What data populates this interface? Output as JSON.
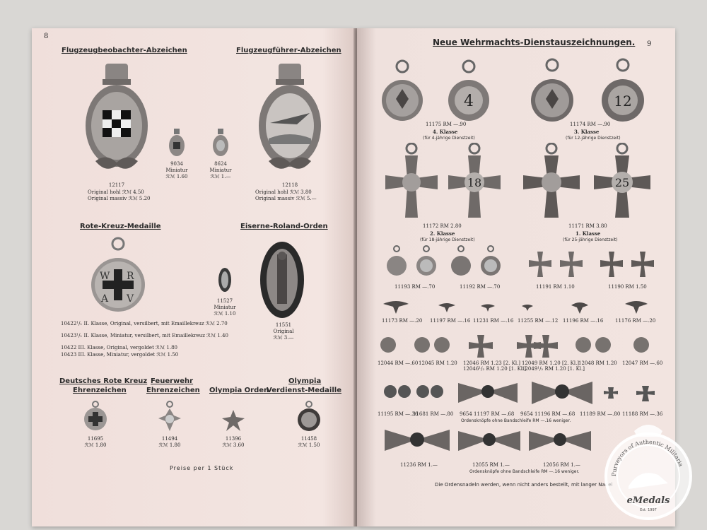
{
  "left_page": {
    "page_number": "8",
    "sections": {
      "observer": {
        "title": "Flugzeugbeobachter-Abzeichen",
        "main_no": "12117",
        "price1": "Original hohl   ℛℳ 4.50",
        "price2": "Original massiv ℛℳ 5.20",
        "mini_no": "9034",
        "mini_label": "Miniatur",
        "mini_price": "ℛℳ 1.60"
      },
      "pilot": {
        "title": "Flugzeugführer-Abzeichen",
        "main_no": "12118",
        "price1": "Original hohl   ℛℳ 3.80",
        "price2": "Original massiv ℛℳ 5.—",
        "mini_no": "8624",
        "mini_label": "Miniatur",
        "mini_price": "ℛℳ 1.—"
      },
      "red_cross_medal": {
        "title": "Rote-Kreuz-Medaille",
        "rows": [
          "10422¹/₁ II. Klasse, Original, versilbert, mit Emaillekreuz  ℛℳ 2.70",
          "10423¹/₁ II. Klasse, Miniatur, versilbert, mit Emaillekreuz  ℛℳ 1.40",
          "10422   III. Klasse, Original, vergoldet  ℛℳ 1.80",
          "10423   III. Klasse, Miniatur, vergoldet  ℛℳ 1.50"
        ]
      },
      "roland": {
        "title": "Eiserne-Roland-Orden",
        "mini_no": "11527",
        "mini_label": "Miniatur",
        "mini_price": "ℛℳ 1.10",
        "main_no": "11551",
        "main_label": "Original",
        "main_price": "ℛℳ 3.—"
      },
      "drk": {
        "title1": "Deutsches Rote Kreuz",
        "title2": "Ehrenzeichen",
        "no": "11695",
        "price": "ℛℳ 1.80"
      },
      "feuerwehr": {
        "title1": "Feuerwehr",
        "title2": "Ehrenzeichen",
        "no": "11494",
        "price": "ℛℳ 1.80"
      },
      "olympia_orden": {
        "title": "Olympia Orden",
        "no": "11396",
        "price": "ℛℳ 3.60"
      },
      "olympia_medaille": {
        "title1": "Olympia",
        "title2": "Verdienst-Medaille",
        "no": "11458",
        "price": "ℛℳ 1.50"
      }
    },
    "footer": "Preise per 1 Stück"
  },
  "right_page": {
    "page_number": "9",
    "title": "Neue Wehrmachts-Dienstauszeichnungen.",
    "row1": [
      {
        "price": "11175  RM  —.90",
        "klasse": "4. Klasse",
        "note": "(für 4-jährige Dienstzeit)"
      },
      {
        "price": "11174  RM  —.90",
        "klasse": "3. Klasse",
        "note": "(für 12-jährige Dienstzeit)"
      }
    ],
    "row2": [
      {
        "price": "11172  RM  2.80",
        "klasse": "2. Klasse",
        "note": "(für 18-jährige Dienstzeit)"
      },
      {
        "price": "11171  RM  3.80",
        "klasse": "1. Klasse",
        "note": "(für 25-jährige Dienstzeit)"
      }
    ],
    "medal_numbers": {
      "m4": "4",
      "m12": "12",
      "c18": "18",
      "c25": "25"
    },
    "row3": [
      "11193  RM  —.70",
      "11192  RM  —.70",
      "11191  RM  1.10",
      "11190  RM  1.50"
    ],
    "row4": [
      "11173  RM  —.20",
      "11197  RM  —.16",
      "11231  RM  —.16",
      "11255  RM  —.12",
      "11196  RM  —.16",
      "11176  RM  —.20"
    ],
    "row5": [
      "12044  RM  —.60",
      "12045  RM  1.20",
      "12046  RM  1.23  [2. Kl.]",
      "12046¹/₂  RM  1.20  [1. Kl.]",
      "12049  RM  1.20  [2. Kl.]",
      "12049¹/₂  RM  1.20  [1. Kl.]",
      "12048  RM  1.20",
      "12047  RM  —.60"
    ],
    "row6": [
      "11195  RM  —.36",
      "11681  RM  —.80",
      "9654  11197  RM  —.68",
      "9654  11196  RM  —.68",
      "11189  RM  —.80",
      "11188  RM  —.36"
    ],
    "row6_note": "Ordensknöpfe ohne Bandschleife RM —.16 weniger.",
    "row7": [
      "11236  RM  1.—",
      "12055  RM  1.—",
      "12056  RM  1.—"
    ],
    "row7_note": "Ordensknöpfe ohne Bandschleife RM —.16 weniger.",
    "footer": "Die Ordensnadeln werden, wenn nicht anders bestellt, mit langer Nadel"
  },
  "watermark": {
    "ring_text": "Purveyors of Authentic Militaria",
    "brand": "eMedals",
    "est": "Est. 1997"
  }
}
